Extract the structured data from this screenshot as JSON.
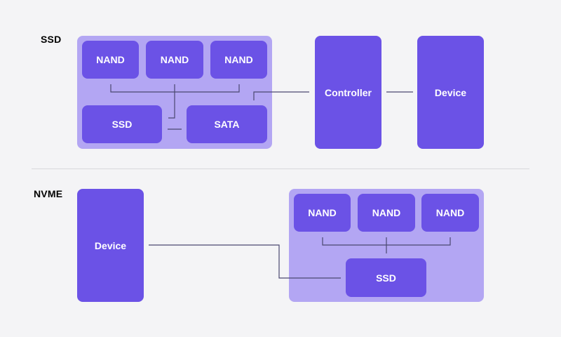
{
  "ssd_section": {
    "label": "SSD",
    "nand_chips": [
      "NAND",
      "NAND",
      "NAND"
    ],
    "ssd_block": "SSD",
    "sata_block": "SATA",
    "controller": "Controller",
    "device": "Device"
  },
  "nvme_section": {
    "label": "NVME",
    "device": "Device",
    "nand_chips": [
      "NAND",
      "NAND",
      "NAND"
    ],
    "ssd_block": "SSD"
  },
  "colors": {
    "background": "#f4f4f6",
    "group_fill": "#b3a6f3",
    "block_fill": "#6b52e6",
    "block_text": "#ffffff",
    "connector": "#4a4870",
    "divider": "#d8d8dc"
  }
}
